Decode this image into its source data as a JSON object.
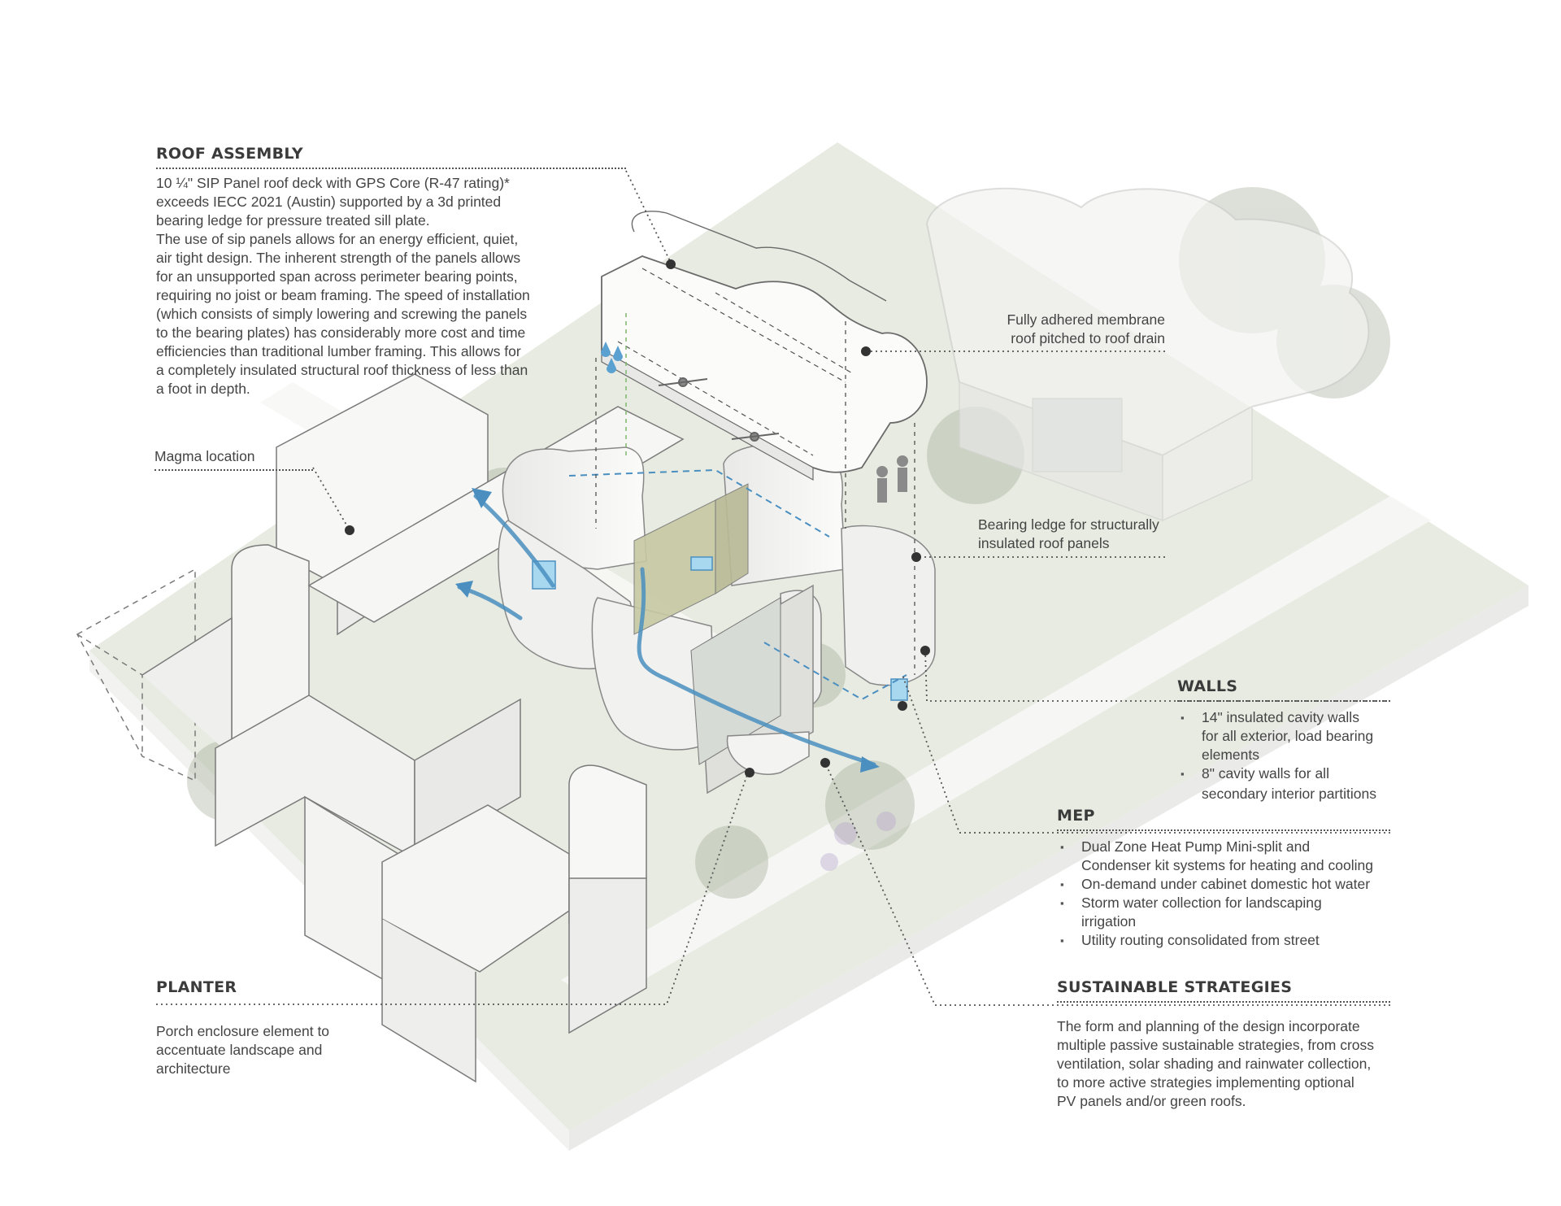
{
  "roof_assembly": {
    "heading": "ROOF ASSEMBLY",
    "lines": [
      "10 ¼\" SIP Panel roof deck with GPS Core (R-47 rating)*",
      "exceeds IECC 2021 (Austin) supported by a 3d printed",
      "bearing ledge for pressure treated sill plate.",
      "The use  of sip panels allows for an energy efficient, quiet,",
      "air tight design.  The inherent strength of the panels allows",
      "for an unsupported span across perimeter bearing points,",
      "requiring no joist or beam framing.  The speed of installation",
      "(which consists of simply lowering and screwing the panels",
      "to the bearing plates) has considerably more cost and time",
      "efficiencies than traditional lumber framing.  This allows for",
      "a completely insulated structural roof thickness of less than",
      "a foot in depth."
    ]
  },
  "magma_label": "Magma location",
  "membrane_label": [
    "Fully adhered membrane",
    "roof pitched to roof drain"
  ],
  "ledge_label": [
    "Bearing ledge for structurally",
    "insulated roof panels"
  ],
  "walls": {
    "heading": "WALLS",
    "items": [
      [
        "14\" insulated cavity walls",
        "for all exterior, load bearing",
        "elements"
      ],
      [
        "8\" cavity walls for all",
        "secondary interior partitions"
      ]
    ]
  },
  "mep": {
    "heading": "MEP",
    "items": [
      [
        "Dual Zone Heat Pump Mini-split and",
        "Condenser kit systems for heating and cooling"
      ],
      [
        "On-demand under cabinet domestic hot water"
      ],
      [
        "Storm water collection for landscaping",
        "irrigation"
      ],
      [
        "Utility routing consolidated from street"
      ]
    ]
  },
  "sustainable": {
    "heading": "SUSTAINABLE  STRATEGIES",
    "lines": [
      "The form and planning of the design incorporate",
      "multiple passive sustainable strategies, from cross",
      "ventilation, solar shading and rainwater collection,",
      "to more active strategies implementing optional",
      "PV panels and/or green roofs."
    ]
  },
  "planter": {
    "heading": "PLANTER",
    "lines": [
      "Porch enclosure element to",
      "accentuate landscape and",
      "architecture"
    ]
  },
  "colors": {
    "ink": "#3b3b3b",
    "leader": "#555555",
    "airflow": "#4a8fc0",
    "ground": "#dfe5d8",
    "wall": "#f4f4f2",
    "hvac_unit": "#9fd3ee",
    "kitchen_panel": "#c8c8a4"
  }
}
